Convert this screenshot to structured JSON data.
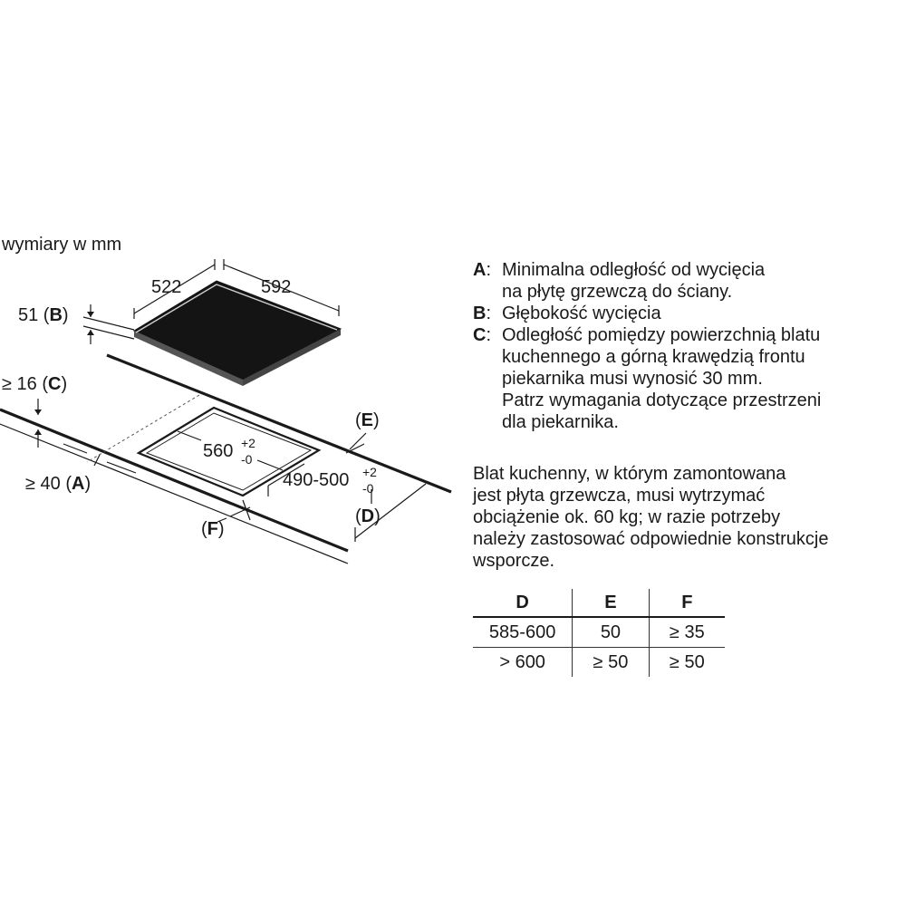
{
  "caption": "wymiary w mm",
  "diagram": {
    "dim_522": "522",
    "dim_592": "592",
    "dim_51": "51",
    "label_b": "B",
    "dim_16": "≥ 16",
    "label_c": "C",
    "dim_560": "560",
    "tol_560_plus": "+2",
    "tol_560_minus": "-0",
    "dim_490": "490-500",
    "tol_490_plus": "+2",
    "tol_490_minus": "-0",
    "dim_40": "≥ 40",
    "label_a": "A",
    "label_e": "E",
    "label_d": "D",
    "label_f": "F"
  },
  "legend": [
    {
      "key": "A",
      "text": "Minimalna odległość od wycięcia\nna płytę grzewczą do ściany."
    },
    {
      "key": "B",
      "text": "Głębokość wycięcia"
    },
    {
      "key": "C",
      "text": "Odległość pomiędzy powierzchnią blatu\nkuchennego a górną krawędzią frontu\npiekarnika musi wynosić 30 mm.\nPatrz wymagania dotyczące przestrzeni\ndla piekarnika."
    }
  ],
  "note": "Blat kuchenny, w którym zamontowana\njest płyta grzewcza, musi wytrzymać\nobciążenie ok. 60 kg; w razie potrzeby\nnależy zastosować odpowiednie konstrukcje\nwsporcze.",
  "table": {
    "headers": [
      "D",
      "E",
      "F"
    ],
    "rows": [
      [
        "585-600",
        "50",
        "≥ 35"
      ],
      [
        "> 600",
        "≥ 50",
        "≥ 50"
      ]
    ]
  }
}
